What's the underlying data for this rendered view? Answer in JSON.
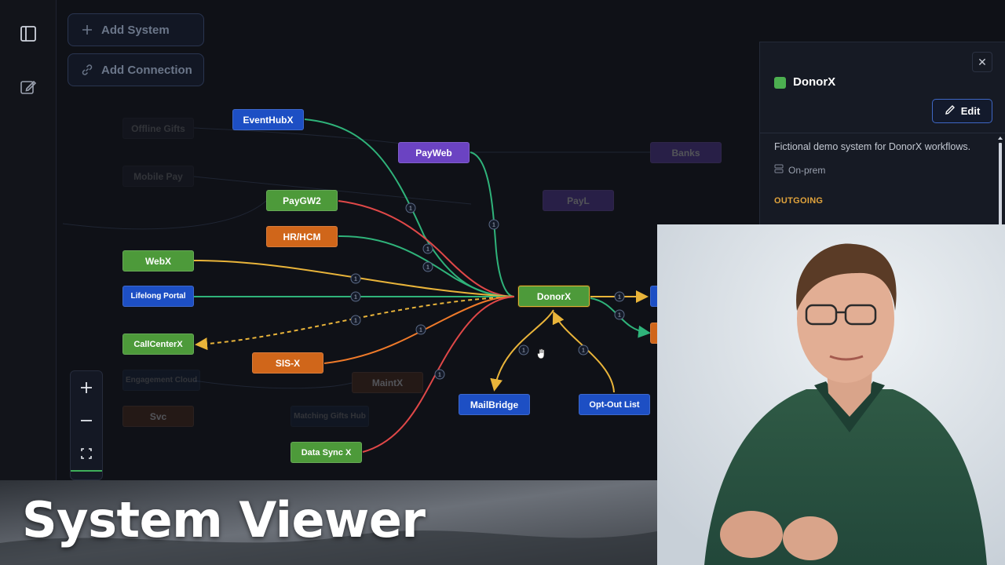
{
  "toolbar": {
    "add_system_label": "Add System",
    "add_connection_label": "Add Connection"
  },
  "graph": {
    "edge_badge": "1",
    "nodes": {
      "eventhubx": "EventHubX",
      "offline_gifts": "Offline Gifts",
      "mobile_pay": "Mobile Pay",
      "payweb": "PayWeb",
      "banks": "Banks",
      "paygw2": "PayGW2",
      "payl": "PayL",
      "hrhcm": "HR/HCM",
      "webx": "WebX",
      "lifelong_portal": "Lifelong Portal",
      "donorx": "DonorX",
      "callcenterx": "CallCenterX",
      "sisx": "SIS-X",
      "engagement_cloud": "Engagement Cloud",
      "maintx": "MaintX",
      "svc": "Svc",
      "matching_gifts_hub": "Matching Gifts Hub",
      "mailbridge": "MailBridge",
      "optout_list": "Opt-Out List",
      "data_sync_x": "Data Sync X"
    }
  },
  "panel": {
    "title": "DonorX",
    "edit_label": "Edit",
    "description": "Fictional demo system for DonorX workflows.",
    "hosting": "On-prem",
    "section_outgoing": "OUTGOING",
    "swatch_color": "#4caf50"
  },
  "banner": {
    "title": "System Viewer"
  },
  "colors": {
    "edge_green": "#2fb37a",
    "edge_red": "#e04848",
    "edge_orange": "#ef7a2a",
    "edge_yellow": "#e9b43a",
    "accent_blue": "#3f67c4"
  }
}
